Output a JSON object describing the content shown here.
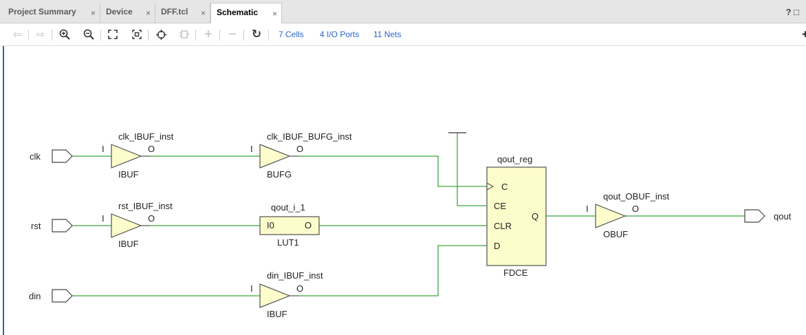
{
  "tabs": [
    {
      "label": "Project Summary",
      "close": "×",
      "active": false
    },
    {
      "label": "Device",
      "close": "×",
      "active": false
    },
    {
      "label": "DFF.tcl",
      "close": "×",
      "active": false
    },
    {
      "label": "Schematic",
      "close": "×",
      "active": true
    }
  ],
  "tabbar_right": "? □",
  "toolbar": {
    "cells": "7 Cells",
    "io_ports": "4 I/O Ports",
    "nets": "11 Nets"
  },
  "schematic": {
    "ports": {
      "clk": "clk",
      "rst": "rst",
      "din": "din",
      "qout": "qout"
    },
    "cells": {
      "clk_ibuf": {
        "name": "clk_IBUF_inst",
        "type": "IBUF",
        "in": "I",
        "out": "O"
      },
      "clk_bufg": {
        "name": "clk_IBUF_BUFG_inst",
        "type": "BUFG",
        "in": "I",
        "out": "O"
      },
      "rst_ibuf": {
        "name": "rst_IBUF_inst",
        "type": "IBUF",
        "in": "I",
        "out": "O"
      },
      "lut": {
        "name": "qout_i_1",
        "type": "LUT1",
        "in": "I0",
        "out": "O"
      },
      "din_ibuf": {
        "name": "din_IBUF_inst",
        "type": "IBUF",
        "in": "I",
        "out": "O"
      },
      "ff": {
        "name": "qout_reg",
        "type": "FDCE",
        "pins": {
          "c": "C",
          "ce": "CE",
          "clr": "CLR",
          "d": "D",
          "q": "Q"
        }
      },
      "obuf": {
        "name": "qout_OBUF_inst",
        "type": "OBUF",
        "in": "I",
        "out": "O"
      }
    }
  },
  "colors": {
    "wire": "#3aa63a",
    "cell_fill": "#fdfccb",
    "cell_stroke": "#505050",
    "link": "#2a66c8"
  }
}
